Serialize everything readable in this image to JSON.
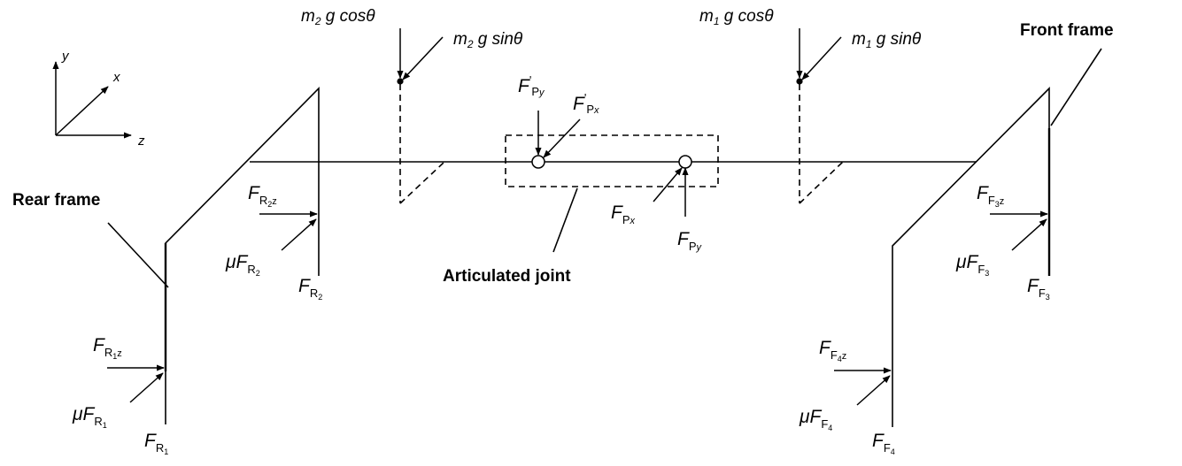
{
  "axes": {
    "y": "y",
    "x": "x",
    "z": "z"
  },
  "frames": {
    "rear": "Rear frame",
    "front": "Front frame",
    "joint": "Articulated joint"
  },
  "gravity": {
    "rear": {
      "cos_m": "m",
      "cos_sub": "2",
      "cos_rest": " g cosθ",
      "sin_m": "m",
      "sin_sub": "2",
      "sin_rest": " g sinθ"
    },
    "front": {
      "cos_m": "m",
      "cos_sub": "1",
      "cos_rest": " g cosθ",
      "sin_m": "m",
      "sin_sub": "1",
      "sin_rest": " g sinθ"
    }
  },
  "forces": {
    "mu": "μ",
    "F": "F",
    "R": "R",
    "Fsub": "F",
    "P": "P",
    "prime": "'",
    "sub_x": "x",
    "sub_y": "y",
    "z": "z",
    "idx1": "1",
    "idx2": "2",
    "idx3": "3",
    "idx4": "4"
  }
}
